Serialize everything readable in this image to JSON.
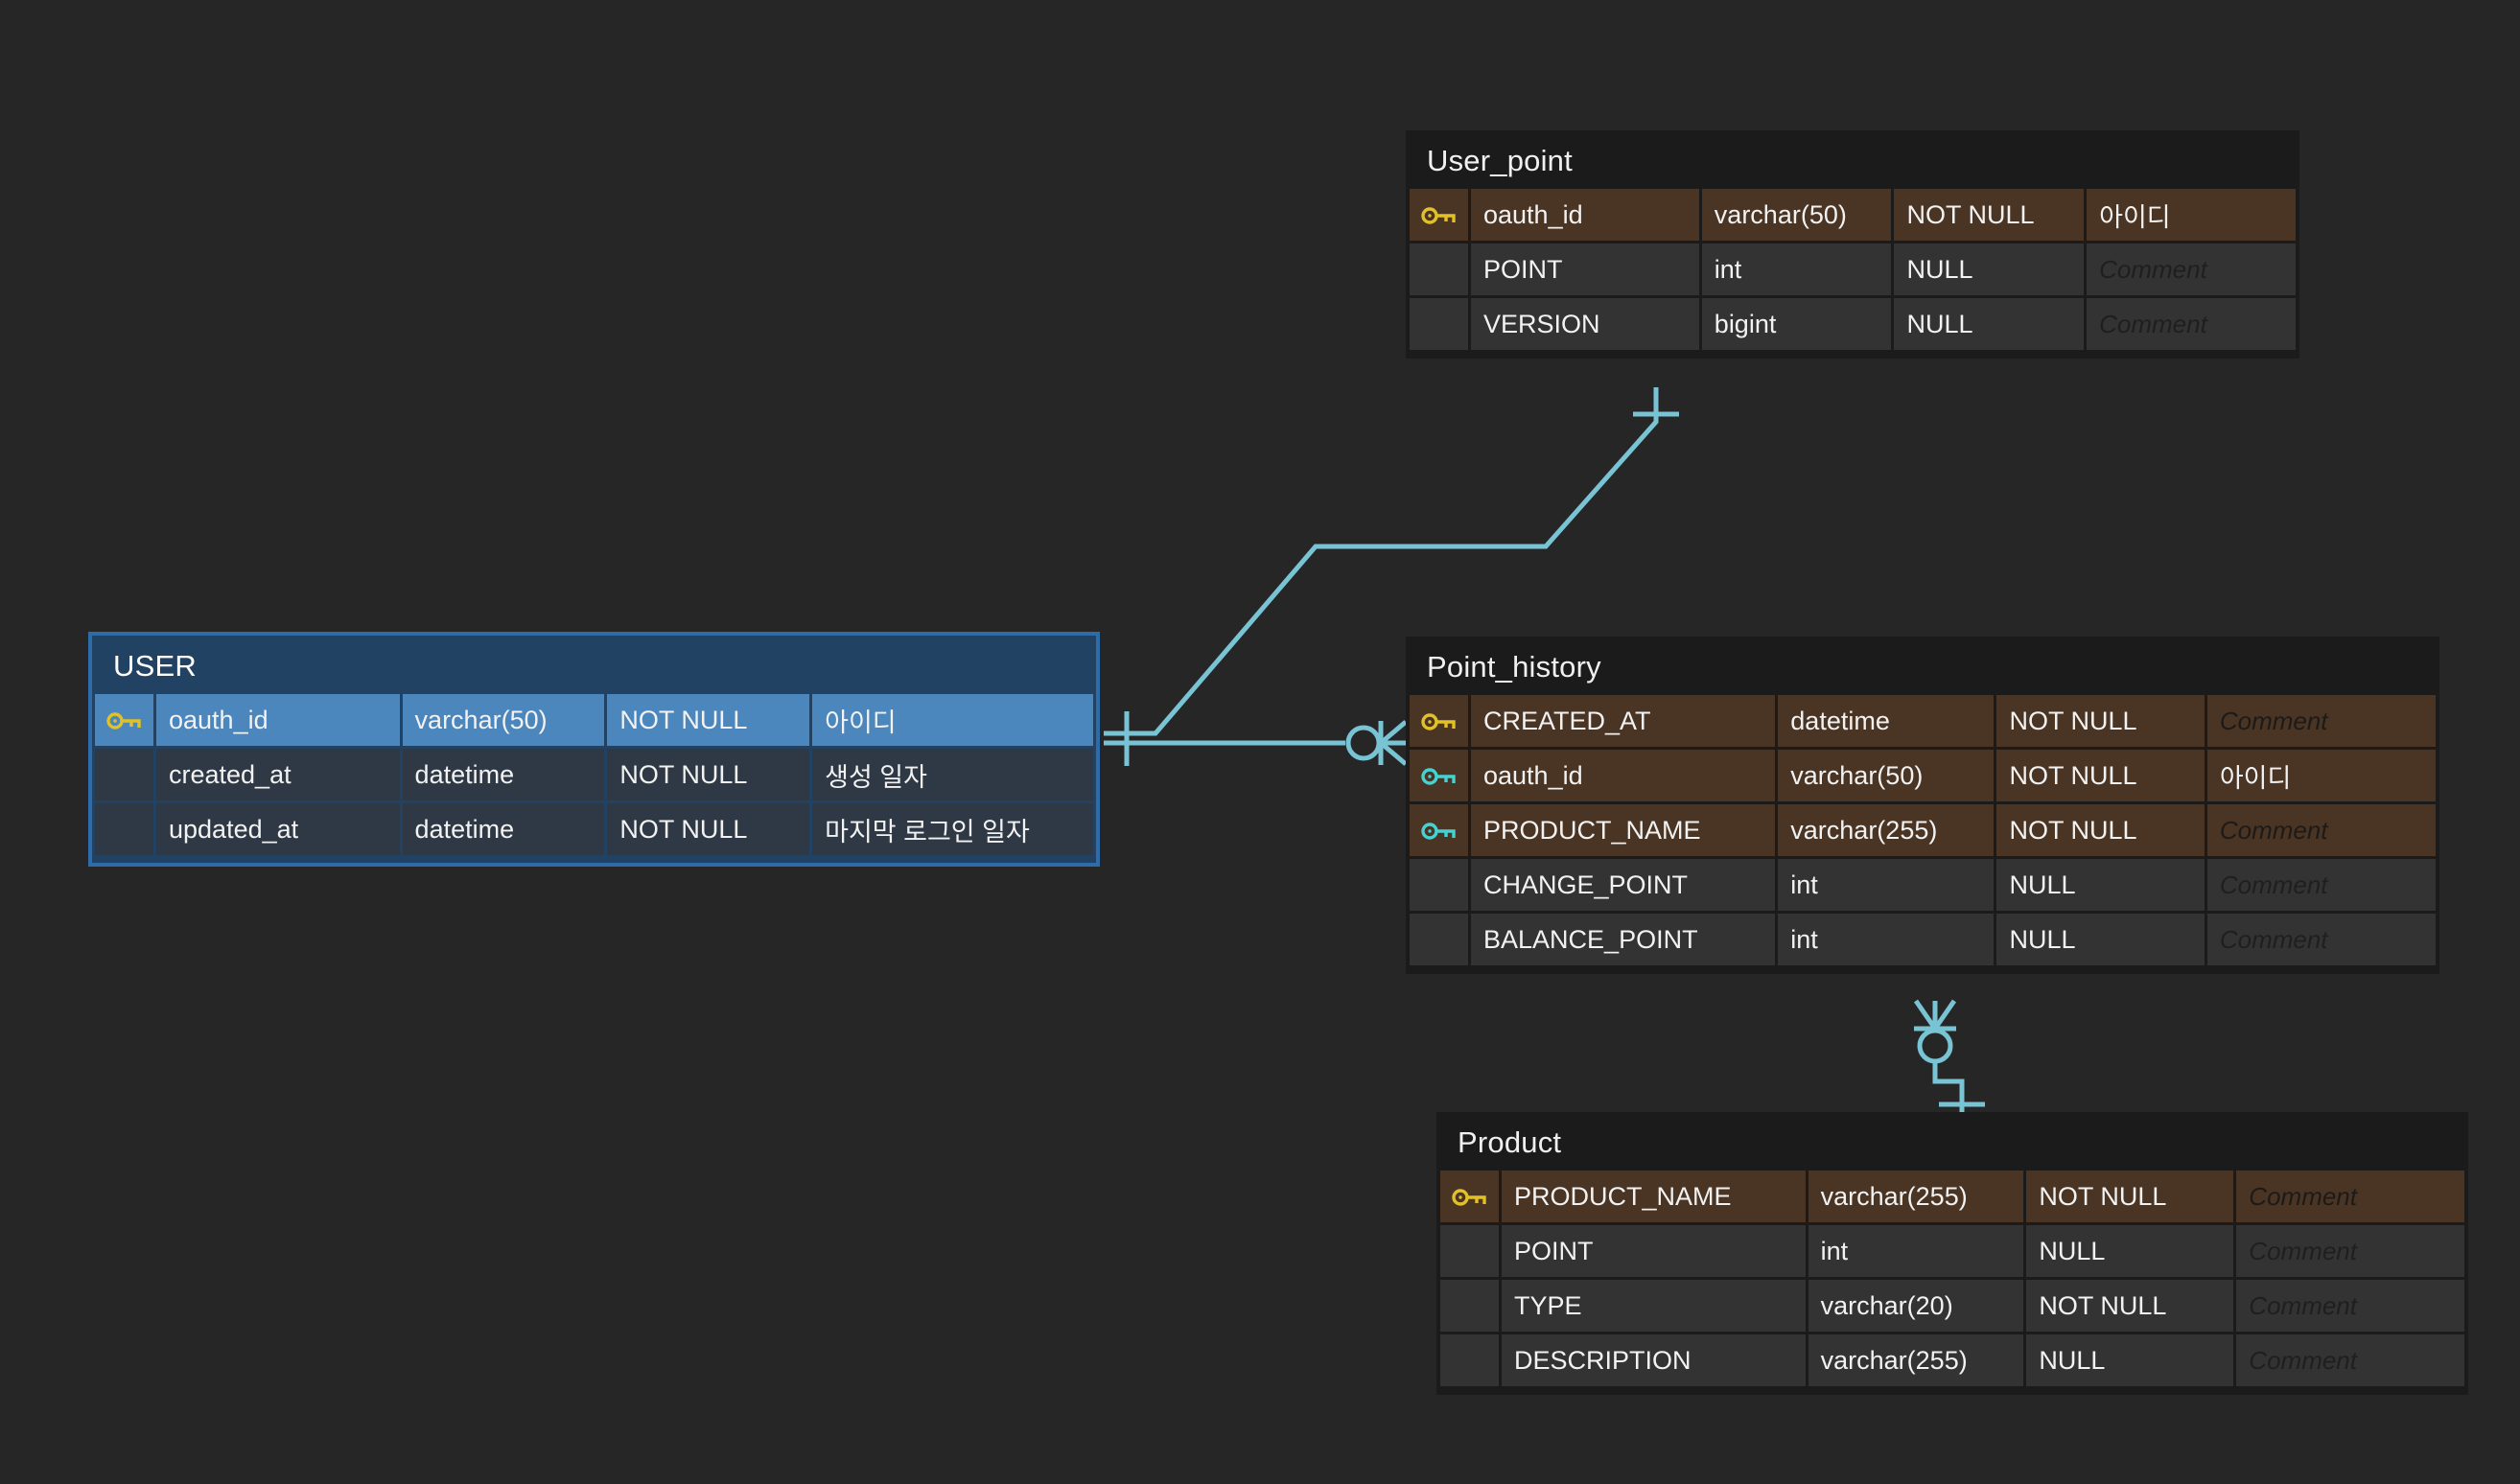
{
  "canvas": {
    "background": "#262626",
    "line_color": "#79c4d4"
  },
  "palette": {
    "table_bg": "#1b1b1b",
    "pk_row_bg": "#4a3423",
    "normal_row_bg": "#333333",
    "selected_header_bg": "#214263",
    "selected_border": "#2d6ca8",
    "selected_pk_row_bg": "#4b86bd",
    "selected_normal_row_bg": "#2e3945",
    "pk_key_color": "#e0c228",
    "fk_key_color": "#45d2d2",
    "text_color": "#f2f2f2",
    "comment_placeholder_color": "#1d1a17"
  },
  "tables": {
    "user_point": {
      "name": "User_point",
      "selected": false,
      "columns": [
        {
          "key": "pk",
          "key_icon": "key-icon-primary",
          "name": "oauth_id",
          "type": "varchar(50)",
          "nullable": "NOT NULL",
          "comment": "아이디",
          "comment_placeholder": false
        },
        {
          "key": "none",
          "key_icon": "",
          "name": "POINT",
          "type": "int",
          "nullable": "NULL",
          "comment": "Comment",
          "comment_placeholder": true
        },
        {
          "key": "none",
          "key_icon": "",
          "name": "VERSION",
          "type": "bigint",
          "nullable": "NULL",
          "comment": "Comment",
          "comment_placeholder": true
        }
      ]
    },
    "user": {
      "name": "USER",
      "selected": true,
      "columns": [
        {
          "key": "pk",
          "key_icon": "key-icon-primary",
          "name": "oauth_id",
          "type": "varchar(50)",
          "nullable": "NOT NULL",
          "comment": "아이디",
          "comment_placeholder": false
        },
        {
          "key": "none",
          "key_icon": "",
          "name": "created_at",
          "type": "datetime",
          "nullable": "NOT NULL",
          "comment": "생성 일자",
          "comment_placeholder": false
        },
        {
          "key": "none",
          "key_icon": "",
          "name": "updated_at",
          "type": "datetime",
          "nullable": "NOT NULL",
          "comment": "마지막 로그인 일자",
          "comment_placeholder": false
        }
      ]
    },
    "point_history": {
      "name": "Point_history",
      "selected": false,
      "columns": [
        {
          "key": "pk",
          "key_icon": "key-icon-primary",
          "name": "CREATED_AT",
          "type": "datetime",
          "nullable": "NOT NULL",
          "comment": "Comment",
          "comment_placeholder": true
        },
        {
          "key": "fk",
          "key_icon": "key-icon-foreign",
          "name": "oauth_id",
          "type": "varchar(50)",
          "nullable": "NOT NULL",
          "comment": "아이디",
          "comment_placeholder": false
        },
        {
          "key": "fk",
          "key_icon": "key-icon-foreign",
          "name": "PRODUCT_NAME",
          "type": "varchar(255)",
          "nullable": "NOT NULL",
          "comment": "Comment",
          "comment_placeholder": true
        },
        {
          "key": "none",
          "key_icon": "",
          "name": "CHANGE_POINT",
          "type": "int",
          "nullable": "NULL",
          "comment": "Comment",
          "comment_placeholder": true
        },
        {
          "key": "none",
          "key_icon": "",
          "name": "BALANCE_POINT",
          "type": "int",
          "nullable": "NULL",
          "comment": "Comment",
          "comment_placeholder": true
        }
      ]
    },
    "product": {
      "name": "Product",
      "selected": false,
      "columns": [
        {
          "key": "pk",
          "key_icon": "key-icon-primary",
          "name": "PRODUCT_NAME",
          "type": "varchar(255)",
          "nullable": "NOT NULL",
          "comment": "Comment",
          "comment_placeholder": true
        },
        {
          "key": "none",
          "key_icon": "",
          "name": "POINT",
          "type": "int",
          "nullable": "NULL",
          "comment": "Comment",
          "comment_placeholder": true
        },
        {
          "key": "none",
          "key_icon": "",
          "name": "TYPE",
          "type": "varchar(20)",
          "nullable": "NOT NULL",
          "comment": "Comment",
          "comment_placeholder": true
        },
        {
          "key": "none",
          "key_icon": "",
          "name": "DESCRIPTION",
          "type": "varchar(255)",
          "nullable": "NULL",
          "comment": "Comment",
          "comment_placeholder": true
        }
      ]
    }
  },
  "relationships": [
    {
      "id": "user-to-user_point",
      "from_table": "USER",
      "from_column": "oauth_id",
      "to_table": "User_point",
      "to_column": "oauth_id",
      "from_cardinality": "one",
      "to_cardinality": "one"
    },
    {
      "id": "user-to-point_history",
      "from_table": "USER",
      "from_column": "oauth_id",
      "to_table": "Point_history",
      "to_column": "oauth_id",
      "from_cardinality": "one",
      "to_cardinality": "zero-or-many"
    },
    {
      "id": "point_history-to-product",
      "from_table": "Point_history",
      "from_column": "PRODUCT_NAME",
      "to_table": "Product",
      "to_column": "PRODUCT_NAME",
      "from_cardinality": "zero-or-many",
      "to_cardinality": "one"
    }
  ]
}
